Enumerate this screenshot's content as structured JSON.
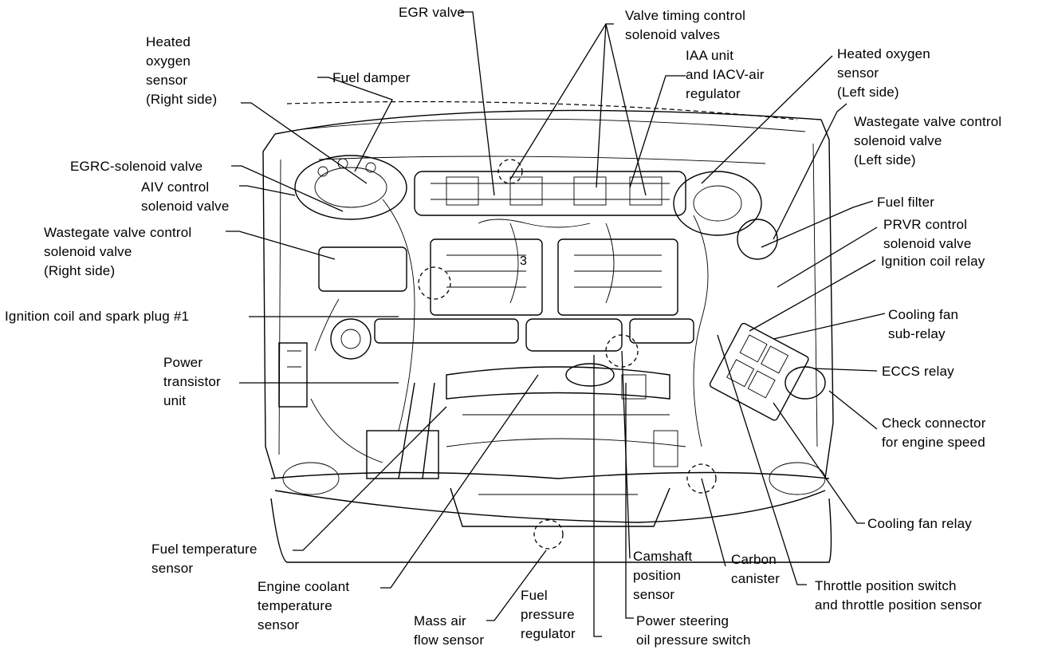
{
  "labels": {
    "egr_valve": "EGR valve",
    "valve_timing": "Valve timing control\nsolenoid valves",
    "iaa_unit": "IAA unit\nand IACV-air\nregulator",
    "heated_o2_left": "Heated oxygen\nsensor\n(Left side)",
    "wastegate_left": "Wastegate valve control\nsolenoid valve\n(Left side)",
    "fuel_filter": "Fuel filter",
    "prvr": "PRVR control\nsolenoid valve",
    "ign_coil_relay": "Ignition coil relay",
    "cooling_fan_sub": "Cooling fan\nsub-relay",
    "eccs_relay": "ECCS relay",
    "check_connector": "Check connector\nfor engine speed",
    "cooling_fan_relay": "Cooling fan relay",
    "throttle_switch": "Throttle position switch\nand throttle position sensor",
    "carbon_canister": "Carbon\ncanister",
    "ps_switch": "Power steering\noil pressure switch",
    "camshaft": "Camshaft\nposition\nsensor",
    "fuel_pressure": "Fuel\npressure\nregulator",
    "maf": "Mass air\nflow sensor",
    "ect": "Engine coolant\ntemperature\nsensor",
    "fuel_temp": "Fuel temperature\nsensor",
    "power_transistor": "Power\ntransistor\nunit",
    "ign_coil_plug": "Ignition coil and spark plug #1",
    "wastegate_right": "Wastegate valve control\nsolenoid valve\n(Right side)",
    "aiv": "AIV control\nsolenoid valve",
    "egrc": "EGRC-solenoid valve",
    "heated_o2_right": "Heated\noxygen\nsensor\n(Right side)",
    "fuel_damper": "Fuel damper"
  },
  "engine_marks": {
    "cylinder_number": "3"
  }
}
